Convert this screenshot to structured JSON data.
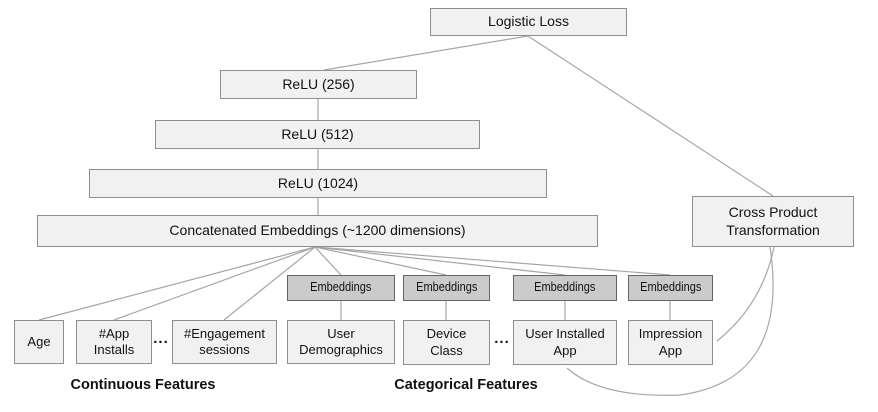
{
  "diagram": {
    "title": "Wide and Deep model architecture diagram",
    "nodes": {
      "logistic_loss": "Logistic Loss",
      "relu_256": "ReLU (256)",
      "relu_512": "ReLU (512)",
      "relu_1024": "ReLU (1024)",
      "concat": "Concatenated Embeddings (~1200 dimensions)",
      "cross_product": "Cross Product\nTransformation",
      "embeddings_1": "Embeddings",
      "embeddings_2": "Embeddings",
      "embeddings_3": "Embeddings",
      "embeddings_4": "Embeddings",
      "age": "Age",
      "app_installs": "#App\nInstalls",
      "engagement_sessions": "#Engagement\nsessions",
      "user_demographics": "User\nDemographics",
      "device_class": "Device\nClass",
      "user_installed_app": "User Installed\nApp",
      "impression_app": "Impression\nApp"
    },
    "ellipsis": "...",
    "group_labels": {
      "continuous": "Continuous Features",
      "categorical": "Categorical Features"
    },
    "colors": {
      "node_fill": "#f1f1f1",
      "node_border": "#8f8f8f",
      "embedding_fill": "#cbcbcb",
      "embedding_border": "#666666",
      "line": "#a6a6a6",
      "text": "#111111"
    }
  }
}
